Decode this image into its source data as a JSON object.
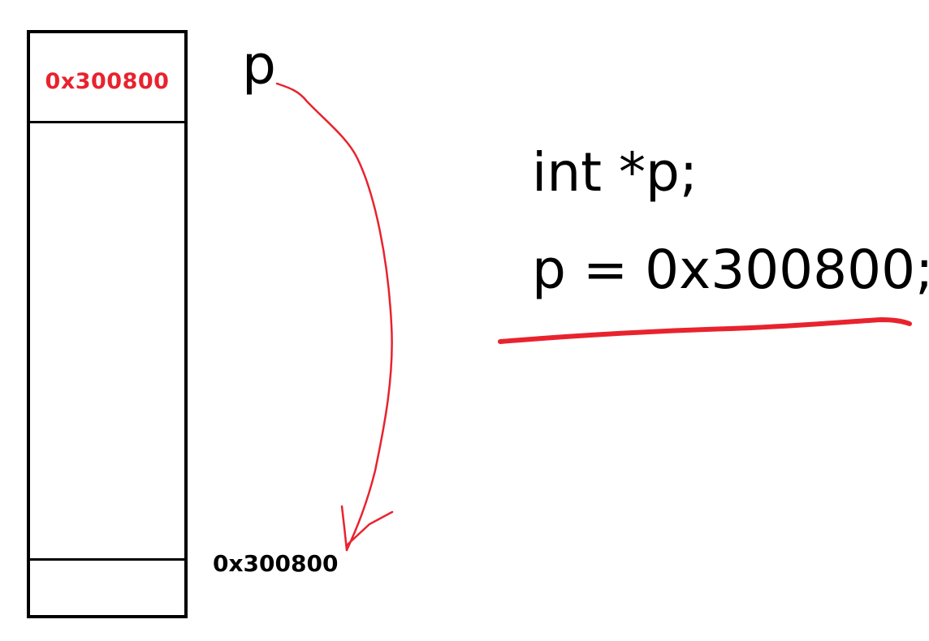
{
  "memory": {
    "cell_value": "0x300800",
    "address_label": "0x300800"
  },
  "pointer": {
    "name": "p"
  },
  "code": {
    "line1": "int *p;",
    "line2": "p = 0x300800;"
  },
  "colors": {
    "annotation": "#e8232e",
    "ink": "#000000"
  }
}
